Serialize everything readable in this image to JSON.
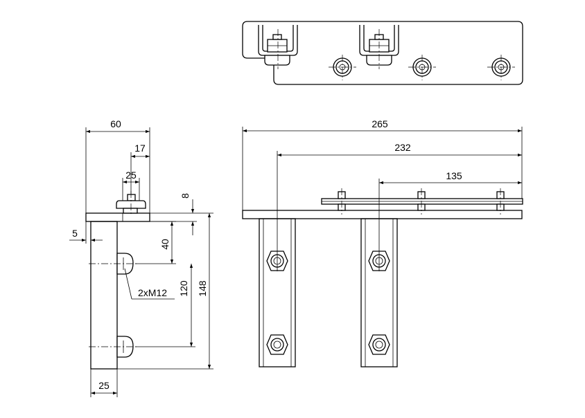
{
  "drawing": {
    "dimensions": {
      "side_width": "60",
      "side_offset": "17",
      "side_bolt_width": "25",
      "side_plate_thickness": "8",
      "side_edge_offset": "5",
      "side_bolt_offset": "40",
      "side_bolt_spacing": "120",
      "side_total_height": "148",
      "side_bar_width": "25",
      "front_total_length": "265",
      "front_length_232": "232",
      "front_length_135": "135"
    },
    "callouts": {
      "bolt_callout": "2xM12"
    }
  }
}
